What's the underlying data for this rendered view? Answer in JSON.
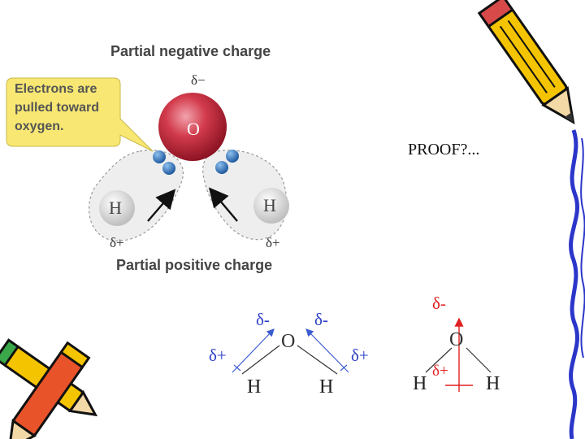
{
  "slide": {
    "proof_text": "PROOF?..."
  },
  "molecule_figure": {
    "top_caption": "Partial negative charge",
    "bottom_caption": "Partial positive charge",
    "callout_lines": [
      "Electrons are",
      "pulled toward",
      "oxygen."
    ],
    "oxygen_label": "O",
    "hydrogen_left_label": "H",
    "hydrogen_right_label": "H",
    "delta_minus": "δ−",
    "delta_plus_left": "δ+",
    "delta_plus_right": "δ+"
  },
  "dipole_diagram_left": {
    "oxygen": "O",
    "h_left": "H",
    "h_right": "H",
    "delta_minus_left": "δ-",
    "delta_minus_right": "δ-",
    "delta_plus_left": "δ+",
    "delta_plus_right": "δ+"
  },
  "dipole_diagram_right": {
    "oxygen": "O",
    "h_left": "H",
    "h_right": "H",
    "delta_minus": "δ-",
    "delta_plus": "δ+"
  },
  "colors": {
    "callout_fill": "#f8e873",
    "oxygen_red": "#c62a3a",
    "electron_blue": "#2e6db4",
    "arrow_blue": "#3c5bd0",
    "delta_blue": "#2c3fc6",
    "delta_red": "#e02020",
    "pencil_yellow": "#f5c400",
    "page_edge_blue": "#2b36c9"
  }
}
